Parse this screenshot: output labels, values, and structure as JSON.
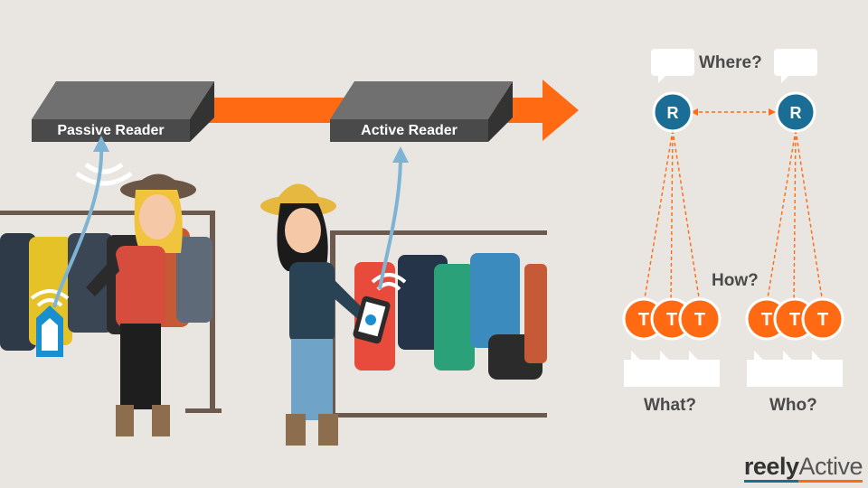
{
  "readers": {
    "passive_label": "Passive Reader",
    "active_label": "Active Reader"
  },
  "nodes": {
    "reader_letter": "R",
    "tag_letter": "T"
  },
  "questions": {
    "where": "Where?",
    "how": "How?",
    "what": "What?",
    "who": "Who?"
  },
  "logo": {
    "part1": "reely",
    "part2": "Active"
  },
  "colors": {
    "orange": "#ff6a13",
    "blue": "#1a6d95",
    "background": "#e9e6e1",
    "reader_box": "#4a4a4a"
  }
}
